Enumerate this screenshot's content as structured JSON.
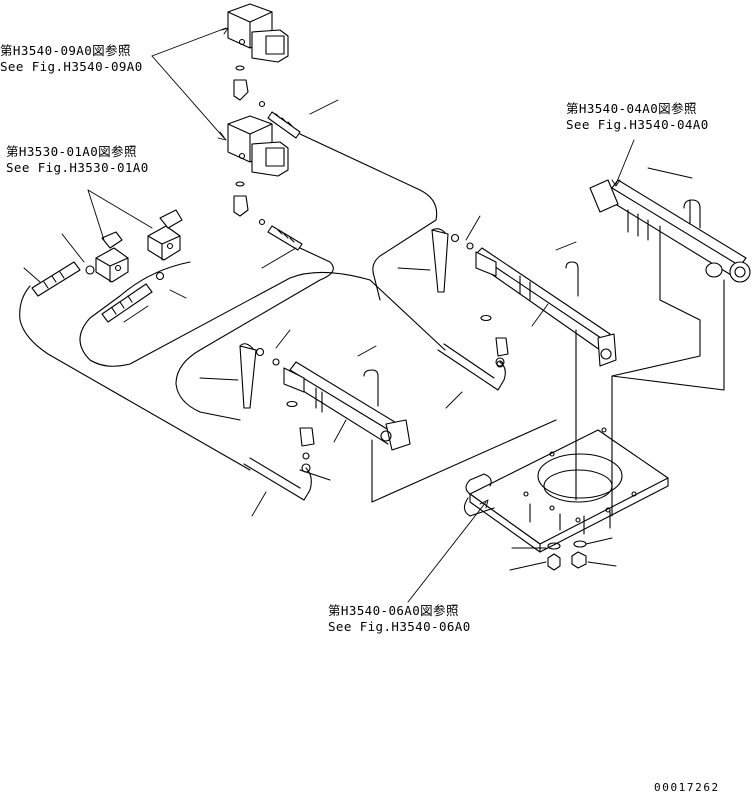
{
  "references": [
    {
      "jp": "第H3540-09A0図参照",
      "en": "See Fig.H3540-09A0"
    },
    {
      "jp": "第H3530-01A0図参照",
      "en": "See Fig.H3530-01A0"
    },
    {
      "jp": "第H3540-04A0図参照",
      "en": "See Fig.H3540-04A0"
    },
    {
      "jp": "第H3540-06A0図参照",
      "en": "See Fig.H3540-06A0"
    }
  ],
  "drawing_code": "00017262",
  "colors": {
    "ink": "#000000",
    "paper": "#ffffff"
  }
}
